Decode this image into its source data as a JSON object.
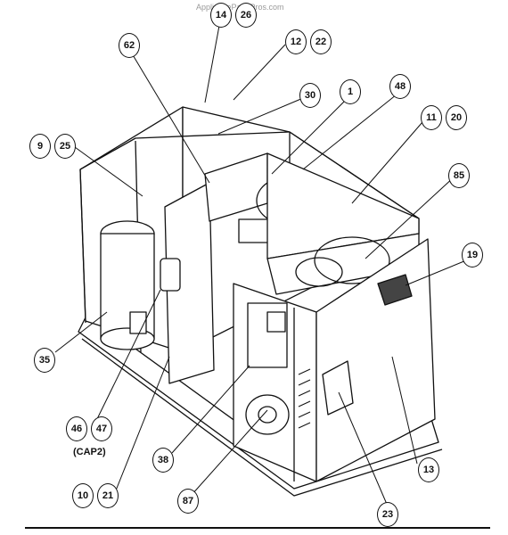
{
  "watermark": "AppliancePartsPros.com",
  "callouts": [
    {
      "id": "c14",
      "label": "14"
    },
    {
      "id": "c26",
      "label": "26"
    },
    {
      "id": "c62",
      "label": "62"
    },
    {
      "id": "c12",
      "label": "12"
    },
    {
      "id": "c22",
      "label": "22"
    },
    {
      "id": "c30",
      "label": "30"
    },
    {
      "id": "c1",
      "label": "1"
    },
    {
      "id": "c48",
      "label": "48"
    },
    {
      "id": "c11",
      "label": "11"
    },
    {
      "id": "c20",
      "label": "20"
    },
    {
      "id": "c9",
      "label": "9"
    },
    {
      "id": "c25",
      "label": "25"
    },
    {
      "id": "c85a",
      "label": "85"
    },
    {
      "id": "c19",
      "label": "19"
    },
    {
      "id": "c35",
      "label": "35"
    },
    {
      "id": "c46",
      "label": "46"
    },
    {
      "id": "c47",
      "label": "47"
    },
    {
      "id": "c38",
      "label": "38"
    },
    {
      "id": "c13",
      "label": "13"
    },
    {
      "id": "c10",
      "label": "10"
    },
    {
      "id": "c21",
      "label": "21"
    },
    {
      "id": "c87",
      "label": "87"
    },
    {
      "id": "c23",
      "label": "23"
    }
  ],
  "cap_note": "(CAP2)"
}
